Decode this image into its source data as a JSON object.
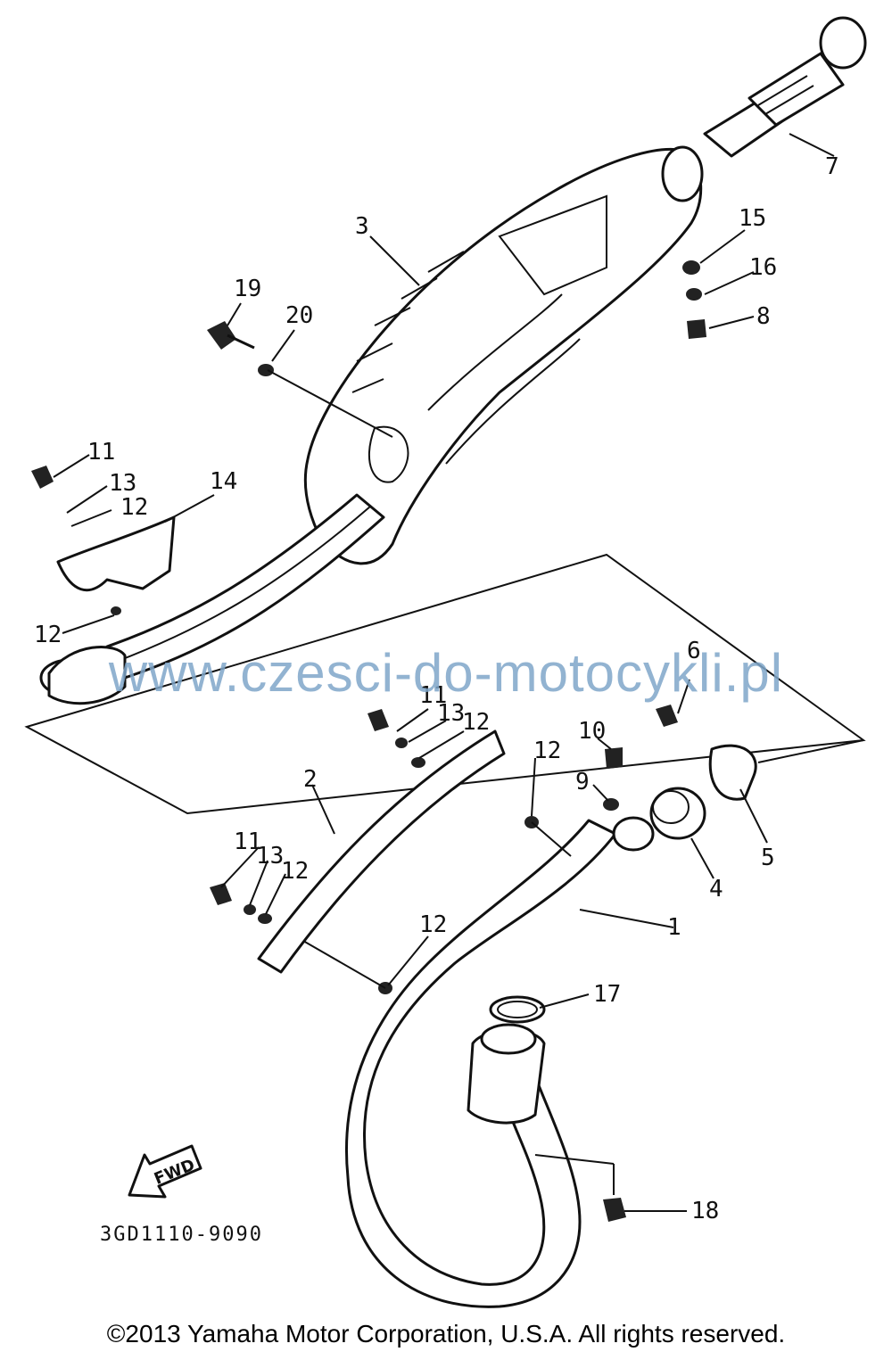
{
  "diagram": {
    "callouts": [
      "1",
      "2",
      "3",
      "4",
      "5",
      "6",
      "7",
      "8",
      "9",
      "10",
      "11",
      "11",
      "11",
      "12",
      "12",
      "12",
      "12",
      "12",
      "12",
      "13",
      "13",
      "13",
      "14",
      "15",
      "16",
      "17",
      "18",
      "19",
      "20"
    ],
    "fwd_label": "FWD",
    "drawing_number": "3GD1110-9090",
    "watermark": "www.czesci-do-motocykli.pl",
    "copyright": "©2013 Yamaha Motor Corporation, U.S.A. All rights reserved."
  }
}
